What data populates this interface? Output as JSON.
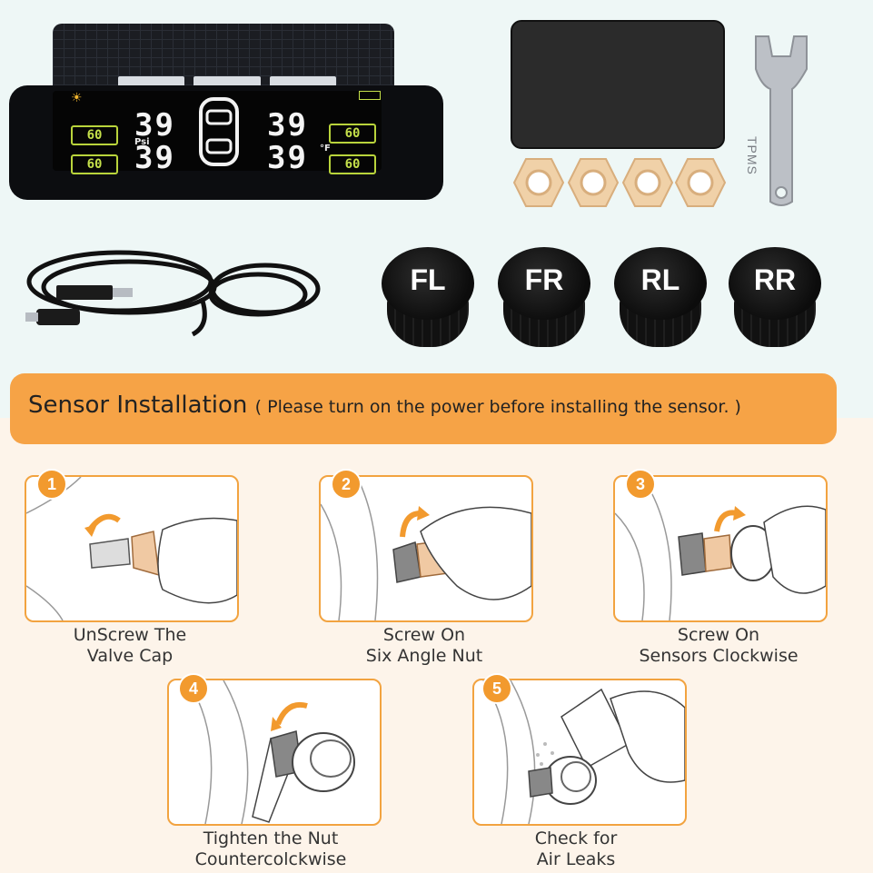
{
  "monitor": {
    "corner_readings": [
      "60",
      "60",
      "60",
      "60"
    ],
    "pressure_values": [
      "39",
      "39",
      "39",
      "39"
    ],
    "pressure_unit": "Psi",
    "temp_unit": "°F"
  },
  "wrench_label": "TPMS",
  "sensors": [
    "FL",
    "FR",
    "RL",
    "RR"
  ],
  "banner": {
    "title": "Sensor Installation",
    "note": "( Please turn on the power before installing the sensor. )"
  },
  "steps": [
    {
      "number": "1",
      "line1": "UnScrew The",
      "line2": "Valve Cap"
    },
    {
      "number": "2",
      "line1": "Screw On",
      "line2": "Six Angle Nut"
    },
    {
      "number": "3",
      "line1": "Screw On",
      "line2": "Sensors Clockwise"
    },
    {
      "number": "4",
      "line1": "Tighten the Nut",
      "line2": "Countercolckwise"
    },
    {
      "number": "5",
      "line1": "Check for",
      "line2": "Air Leaks"
    }
  ],
  "colors": {
    "accent": "#f6a346",
    "badge": "#f29a2e",
    "lcd": "#c5e04a"
  }
}
